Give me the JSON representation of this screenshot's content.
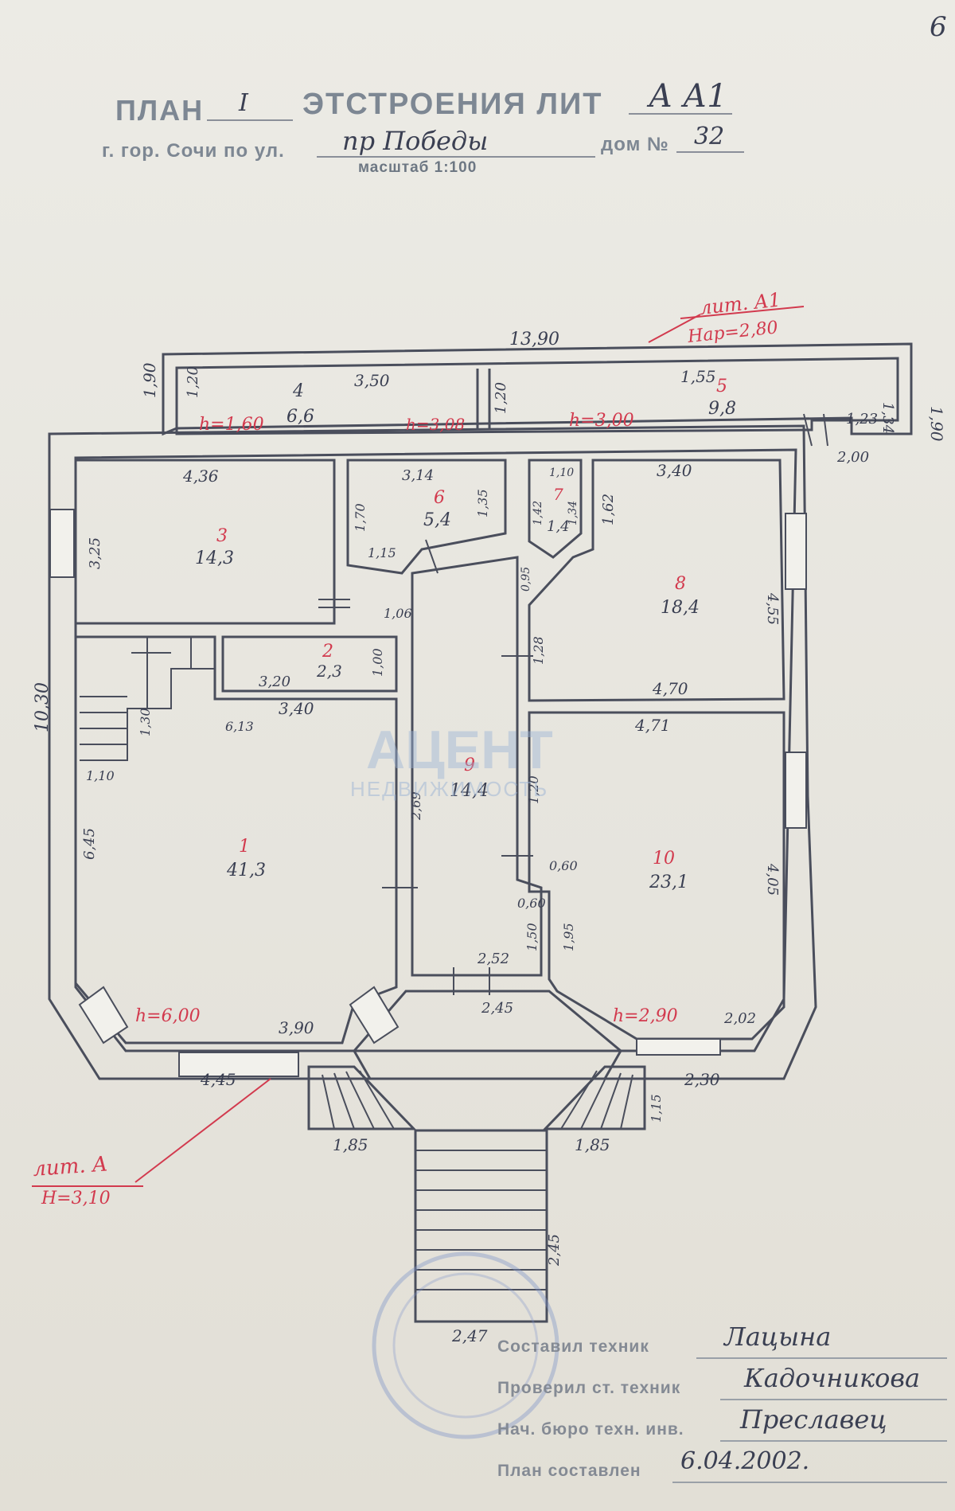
{
  "page_number": "6",
  "header": {
    "plan_label": "ПЛАН",
    "floor_value": "I",
    "structure_label": "ЭТСТРОЕНИЯ ЛИТ",
    "lit_value": "А А1",
    "city_label": "г. гор. Сочи по ул.",
    "street_value": "пр Победы",
    "house_label": "дом №",
    "house_value": "32",
    "scale_label": "масштаб 1:100"
  },
  "overall_dims": {
    "top": "13,90",
    "left": "10,30",
    "top_left_height": "1,90",
    "top_right_height": "1,90"
  },
  "annex": {
    "lit_label": "лит. А1",
    "height_label": "Нар=2,80",
    "rooms": [
      {
        "number": "4",
        "area": "6,6",
        "width": "3,50",
        "depth": "1,20",
        "height": "h=1,60"
      },
      {
        "number": "5",
        "area": "9,8",
        "width": "1,55",
        "depth": "1,34",
        "height": "h=3,00"
      }
    ],
    "extra_dims": [
      "1,20",
      "1,23",
      "2,00",
      "h=3,08"
    ]
  },
  "rooms": [
    {
      "number": "1",
      "area": "41,3",
      "dims": [
        "3,40",
        "6,45",
        "3,90",
        "4,45",
        "6,13",
        "1,30",
        "1,10"
      ],
      "height": "h=6,00"
    },
    {
      "number": "2",
      "area": "2,3",
      "dims": [
        "3,20",
        "1,00",
        "1,06"
      ]
    },
    {
      "number": "3",
      "area": "14,3",
      "dims": [
        "4,36",
        "3,25"
      ]
    },
    {
      "number": "6",
      "area": "5,4",
      "dims": [
        "3,14",
        "1,70",
        "1,35",
        "1,15"
      ]
    },
    {
      "number": "7",
      "area": "1,4",
      "dims": [
        "1,42",
        "1,34",
        "1,10"
      ]
    },
    {
      "number": "8",
      "area": "18,4",
      "dims": [
        "3,40",
        "1,62",
        "4,55",
        "4,70",
        "1,28"
      ]
    },
    {
      "number": "9",
      "area": "14,4",
      "dims": [
        "2,69",
        "1,20",
        "2,52",
        "2,45",
        "1,50",
        "0,60",
        "0,60",
        "0,95"
      ]
    },
    {
      "number": "10",
      "area": "23,1",
      "dims": [
        "4,71",
        "4,05",
        "1,95",
        "2,02",
        "2,30"
      ],
      "height": "h=2,90"
    }
  ],
  "stairs_dims": [
    "1,85",
    "1,85",
    "1,15",
    "2,45",
    "2,47"
  ],
  "main_lit": {
    "label": "лит. А",
    "height": "Н=3,10"
  },
  "watermark": {
    "brand": "АЦЕНТ",
    "sub": "НЕДВИЖИМОСТЬ"
  },
  "signatures": [
    {
      "label": "Составил техник",
      "value": "Лацына"
    },
    {
      "label": "Проверил ст. техник",
      "value": "Кадочникова"
    },
    {
      "label": "Нач. бюро техн. инв.",
      "value": "Преславец"
    },
    {
      "label": "План составлен",
      "value": "6.04.2002."
    }
  ],
  "colors": {
    "ink": "#3a3f52",
    "red_ink": "#d23a4e",
    "wall": "#4a4e5c",
    "stamp": "#7d93c9"
  }
}
